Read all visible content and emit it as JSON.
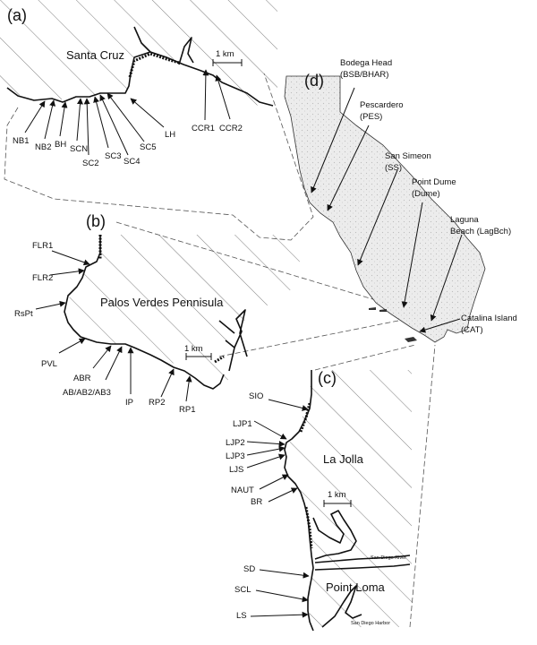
{
  "panels": {
    "a": {
      "label": "(a)",
      "place": "Santa Cruz",
      "scale": "1 km",
      "sites": [
        "NB1",
        "NB2",
        "BH",
        "SCN",
        "SC2",
        "SC3",
        "SC4",
        "SC5",
        "LH",
        "CCR1",
        "CCR2"
      ]
    },
    "b": {
      "label": "(b)",
      "place": "Palos Verdes Pennisula",
      "scale": "1 km",
      "sites": [
        "FLR1",
        "FLR2",
        "RsPt",
        "PVL",
        "ABR",
        "AB/AB2/AB3",
        "IP",
        "RP2",
        "RP1"
      ]
    },
    "c": {
      "label": "(c)",
      "place_1": "La Jolla",
      "place_2": "Point Loma",
      "scale": "1 km",
      "water_1": "San Diego River",
      "water_2": "San Diego Harbor",
      "sites": [
        "SIO",
        "LJP1",
        "LJP2",
        "LJP3",
        "LJS",
        "NAUT",
        "BR",
        "SD",
        "SCL",
        "LS"
      ]
    },
    "d": {
      "label": "(d)",
      "regions": [
        {
          "line1": "Bodega Head",
          "line2": "(BSB/BHAR)"
        },
        {
          "line1": "Pescardero",
          "line2": "(PES)"
        },
        {
          "line1": "San Simeon",
          "line2": "(SS)"
        },
        {
          "line1": "Point Dume",
          "line2": "(Dume)"
        },
        {
          "line1": "Laguna",
          "line2": "Beach (LagBch)"
        },
        {
          "line1": "Catalina Island",
          "line2": "(CAT)"
        }
      ]
    }
  }
}
